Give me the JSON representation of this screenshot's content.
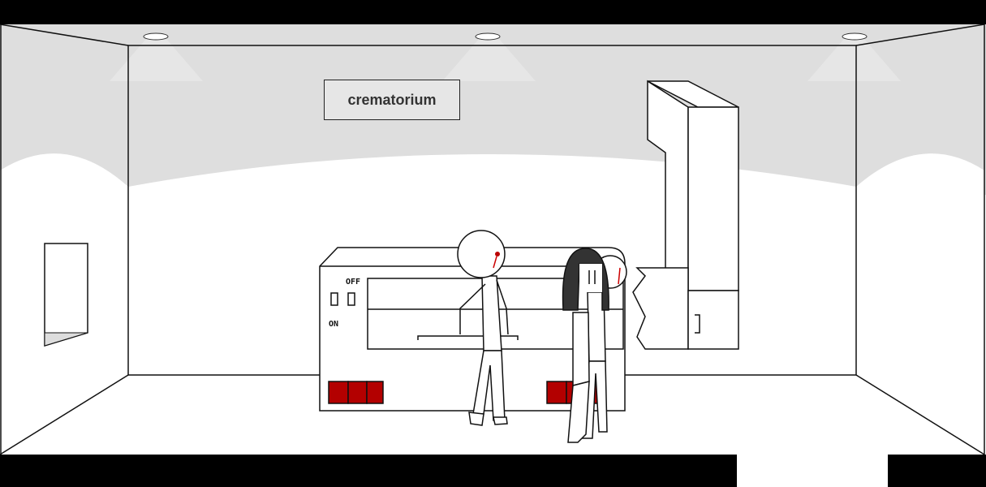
{
  "scene": {
    "sign_text": "crematorium",
    "furnace": {
      "off_label": "OFF",
      "on_label": "ON"
    },
    "colors": {
      "ceiling": "#dedede",
      "button_red": "#b30000",
      "hair": "#333333",
      "bars": "#000000"
    }
  }
}
